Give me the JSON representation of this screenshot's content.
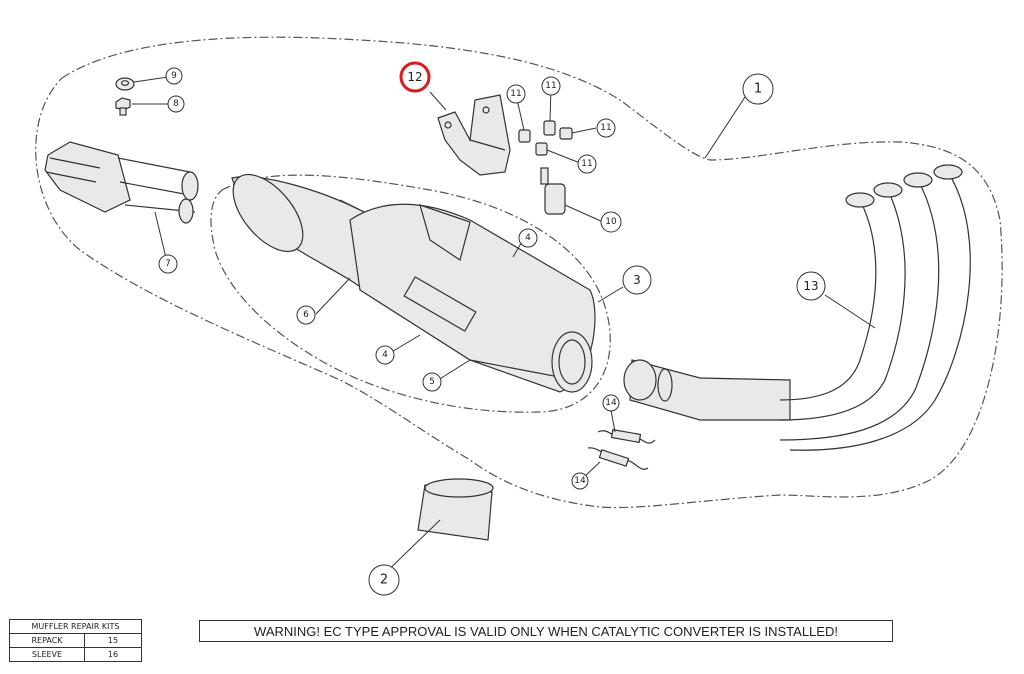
{
  "diagram": {
    "callouts": [
      {
        "id": "c1",
        "label": "1"
      },
      {
        "id": "c2",
        "label": "2"
      },
      {
        "id": "c3",
        "label": "3"
      },
      {
        "id": "c4a",
        "label": "4"
      },
      {
        "id": "c4b",
        "label": "4"
      },
      {
        "id": "c5",
        "label": "5"
      },
      {
        "id": "c6",
        "label": "6"
      },
      {
        "id": "c7",
        "label": "7"
      },
      {
        "id": "c8",
        "label": "8"
      },
      {
        "id": "c9",
        "label": "9"
      },
      {
        "id": "c10",
        "label": "10"
      },
      {
        "id": "c11a",
        "label": "11"
      },
      {
        "id": "c11b",
        "label": "11"
      },
      {
        "id": "c11c",
        "label": "11"
      },
      {
        "id": "c11d",
        "label": "11"
      },
      {
        "id": "c12",
        "label": "12"
      },
      {
        "id": "c13",
        "label": "13"
      },
      {
        "id": "c14a",
        "label": "14"
      },
      {
        "id": "c14b",
        "label": "14"
      }
    ],
    "highlight_color": "#d91c1c"
  },
  "repair_kits": {
    "title": "MUFFLER REPAIR KITS",
    "rows": [
      {
        "name": "REPACK",
        "number": "15"
      },
      {
        "name": "SLEEVE",
        "number": "16"
      }
    ]
  },
  "warning": {
    "text": "WARNING! EC TYPE APPROVAL IS VALID ONLY WHEN CATALYTIC CONVERTER IS INSTALLED!"
  }
}
